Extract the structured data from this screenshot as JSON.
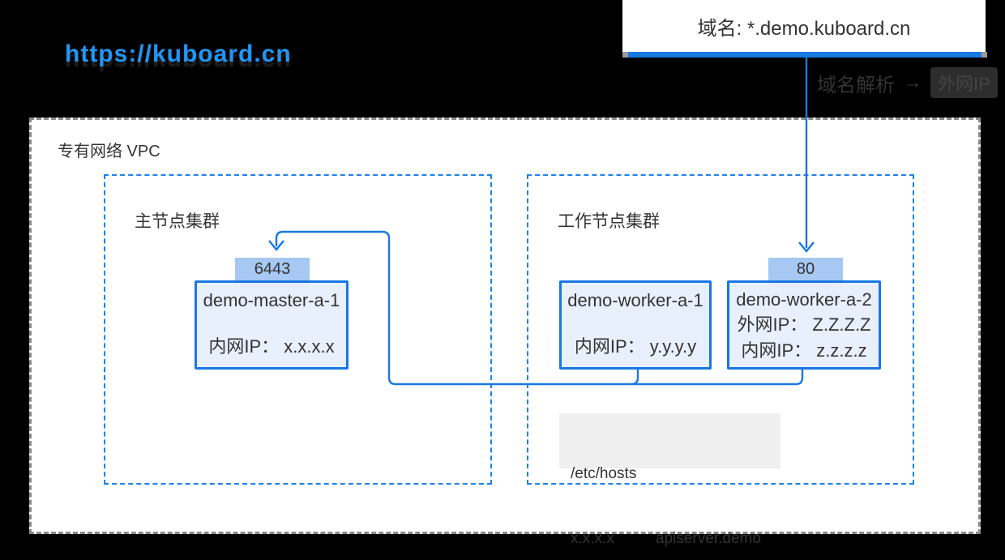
{
  "logo": {
    "text": "https://kuboard.cn",
    "color": "#2196f3"
  },
  "domain_callout": {
    "label": "域名: *.demo.kuboard.cn",
    "underline_color": "#1879e0"
  },
  "dns_annotation": {
    "text": "域名解析",
    "arrow": "→",
    "target": "外网IP"
  },
  "vpc": {
    "label": "专有网络 VPC"
  },
  "master_cluster": {
    "label": "主节点集群",
    "port_badge": "6443",
    "node": {
      "name": "demo-master-a-1",
      "internal_ip": "内网IP： x.x.x.x"
    }
  },
  "worker_cluster": {
    "label": "工作节点集群",
    "port_badge": "80",
    "nodes": [
      {
        "name": "demo-worker-a-1",
        "internal_ip": "内网IP： y.y.y.y"
      },
      {
        "name": "demo-worker-a-2",
        "external_ip": "外网IP： Z.Z.Z.Z",
        "internal_ip": "内网IP： z.z.z.z"
      }
    ]
  },
  "hosts_file": {
    "path": "/etc/hosts",
    "entry_ip": "x.x.x.x",
    "entry_host": "apiserver.demo"
  },
  "colors": {
    "accent_blue": "#1878e0",
    "badge_blue": "#a6c8f2",
    "node_fill": "#e7f0fc",
    "dashed_gray": "#8a8a8a",
    "dashed_blue": "#1e82e6",
    "text": "#333333",
    "hosts_fill": "#efefef"
  }
}
